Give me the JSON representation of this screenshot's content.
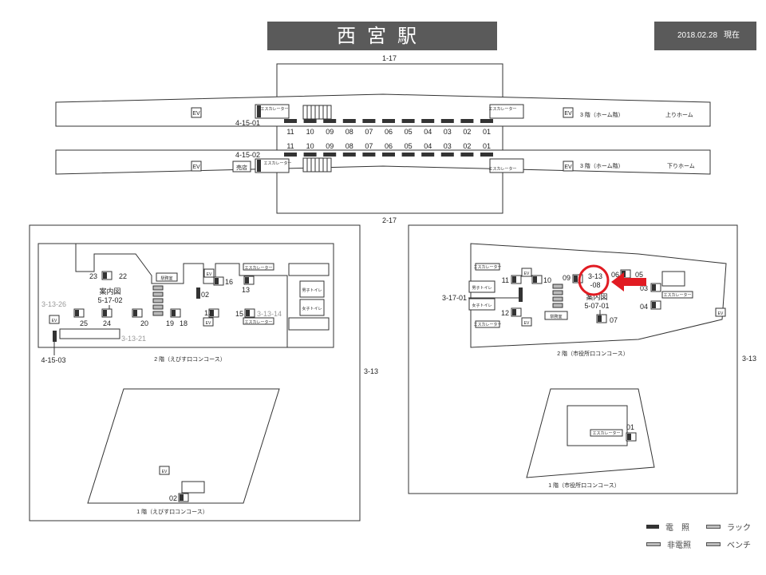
{
  "header": {
    "title": "西宮駅",
    "date": "2018.02.28",
    "date_suffix": "現在"
  },
  "platform": {
    "top_id": "1-17",
    "bottom_id": "2-17",
    "up_track": {
      "code": "4-15-01",
      "label": "3 階（ホーム階）",
      "direction": "上りホーム",
      "ev": "EV",
      "escalator": "エスカレーター",
      "positions": [
        "11",
        "10",
        "09",
        "08",
        "07",
        "06",
        "05",
        "04",
        "03",
        "02",
        "01"
      ]
    },
    "down_track": {
      "code": "4-15-02",
      "label": "3 階（ホーム階）",
      "direction": "下りホーム",
      "ev": "EV",
      "shop": "売店",
      "escalator": "エスカレーター",
      "positions": [
        "11",
        "10",
        "09",
        "08",
        "07",
        "06",
        "05",
        "04",
        "03",
        "02",
        "01"
      ]
    }
  },
  "left_map": {
    "code_right": "3-13",
    "floor2_label": "2 階（えびす口コンコース）",
    "floor1_label": "1 階（えびす口コンコース）",
    "station_office": "駅務室",
    "guide_map": "案内図",
    "guide_code": "5-17-02",
    "ev": "EV",
    "escalator": "エスカレーター",
    "mens": "男子トイレ",
    "womens": "女子トイレ",
    "numbers": [
      "23",
      "22",
      "16",
      "02",
      "13",
      "25",
      "24",
      "20",
      "19",
      "18",
      "17",
      "15",
      "02"
    ],
    "gray_codes": [
      "3-13-26",
      "3-13-21",
      "3-13-14"
    ],
    "bottom_code": "4-15-03"
  },
  "right_map": {
    "code_right": "3-13",
    "code_left": "3-17-01",
    "floor2_label": "2 階（市役所口コンコース）",
    "floor1_label": "1 階（市役所口コンコース）",
    "station_office": "駅務室",
    "guide_map": "案内図",
    "guide_code": "5-07-01",
    "ev": "EV",
    "escalator": "エスカレーター",
    "mens": "男子トイレ",
    "womens": "女子トイレ",
    "highlight_line1": "3-13",
    "highlight_line2": "-08",
    "numbers": [
      "11",
      "10",
      "09",
      "06",
      "05",
      "03",
      "04",
      "12",
      "07",
      "01"
    ]
  },
  "legend": {
    "items": [
      {
        "label": "電　照",
        "color": "#333333"
      },
      {
        "label": "ラック",
        "color": "#bbbbbb"
      },
      {
        "label": "非電照",
        "color": "#bbbbbb"
      },
      {
        "label": "ベンチ",
        "color": "#bbbbbb"
      }
    ]
  },
  "colors": {
    "header_bg": "#5a5a5a",
    "highlight": "#e11b22"
  }
}
